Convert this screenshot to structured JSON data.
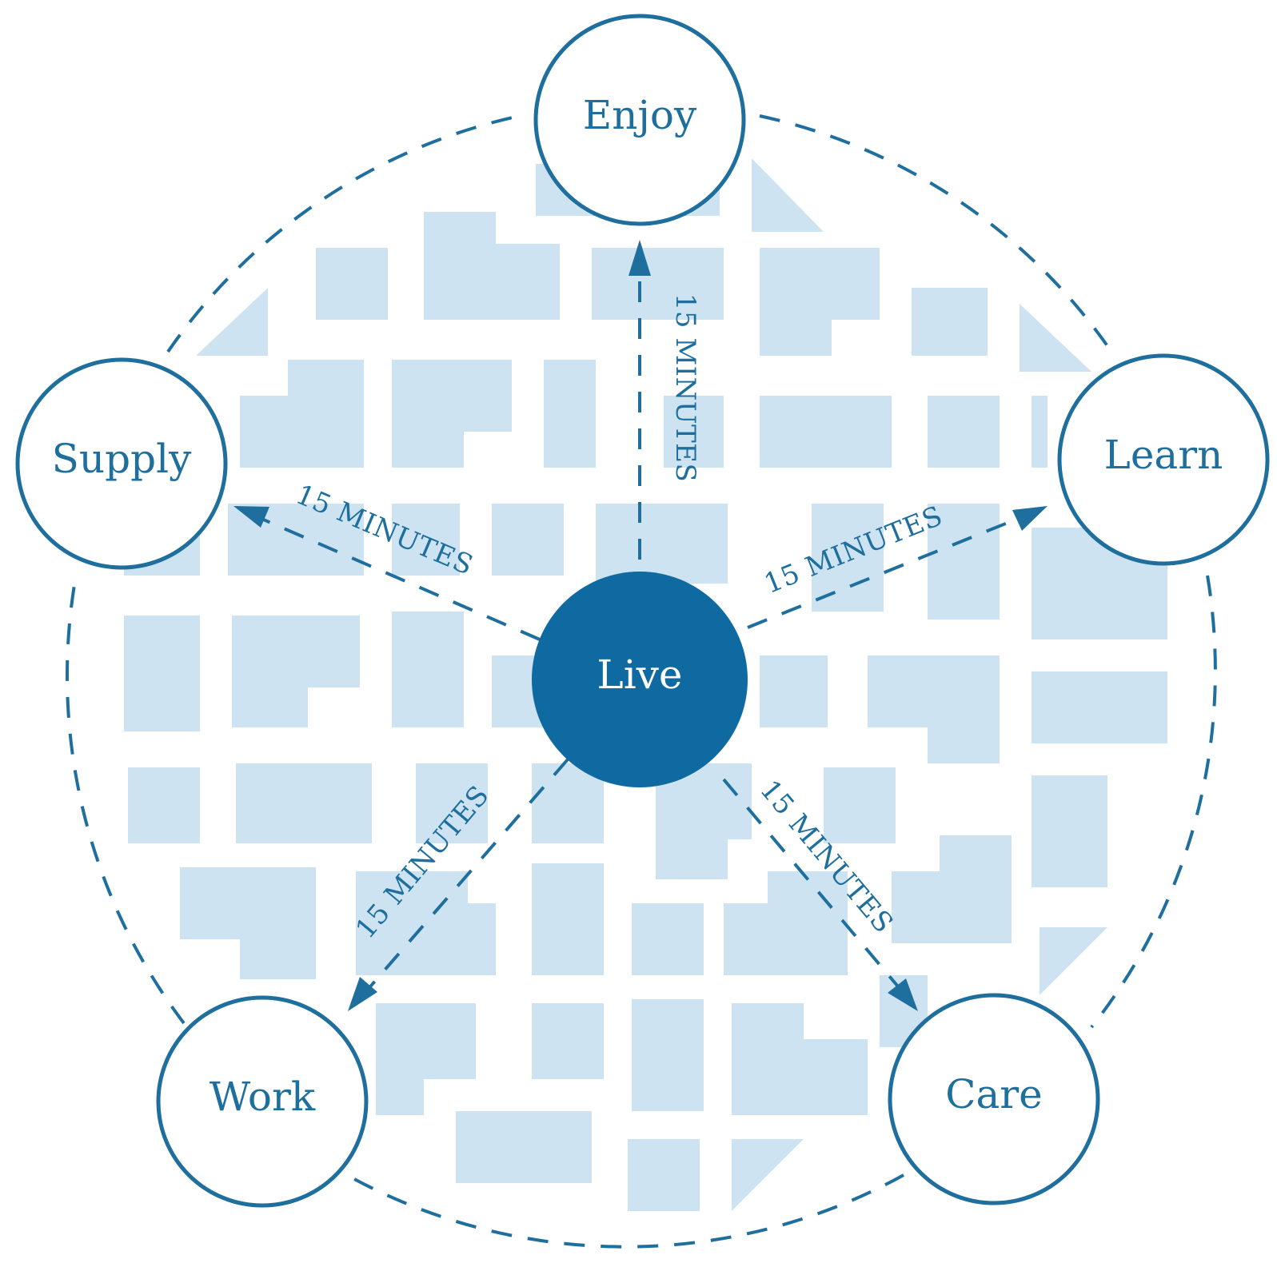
{
  "center": {
    "label": "Live"
  },
  "destinations": [
    {
      "id": "enjoy",
      "label": "Enjoy",
      "time_label": "15 MINUTES"
    },
    {
      "id": "learn",
      "label": "Learn",
      "time_label": "15 MINUTES"
    },
    {
      "id": "care",
      "label": "Care",
      "time_label": "15 MINUTES"
    },
    {
      "id": "work",
      "label": "Work",
      "time_label": "15 MINUTES"
    },
    {
      "id": "supply",
      "label": "Supply",
      "time_label": "15 MINUTES"
    }
  ],
  "colors": {
    "primary": "#1e6e9e",
    "center_fill": "#0e6aa1",
    "block_fill": "#cde3f1",
    "background": "#ffffff"
  }
}
